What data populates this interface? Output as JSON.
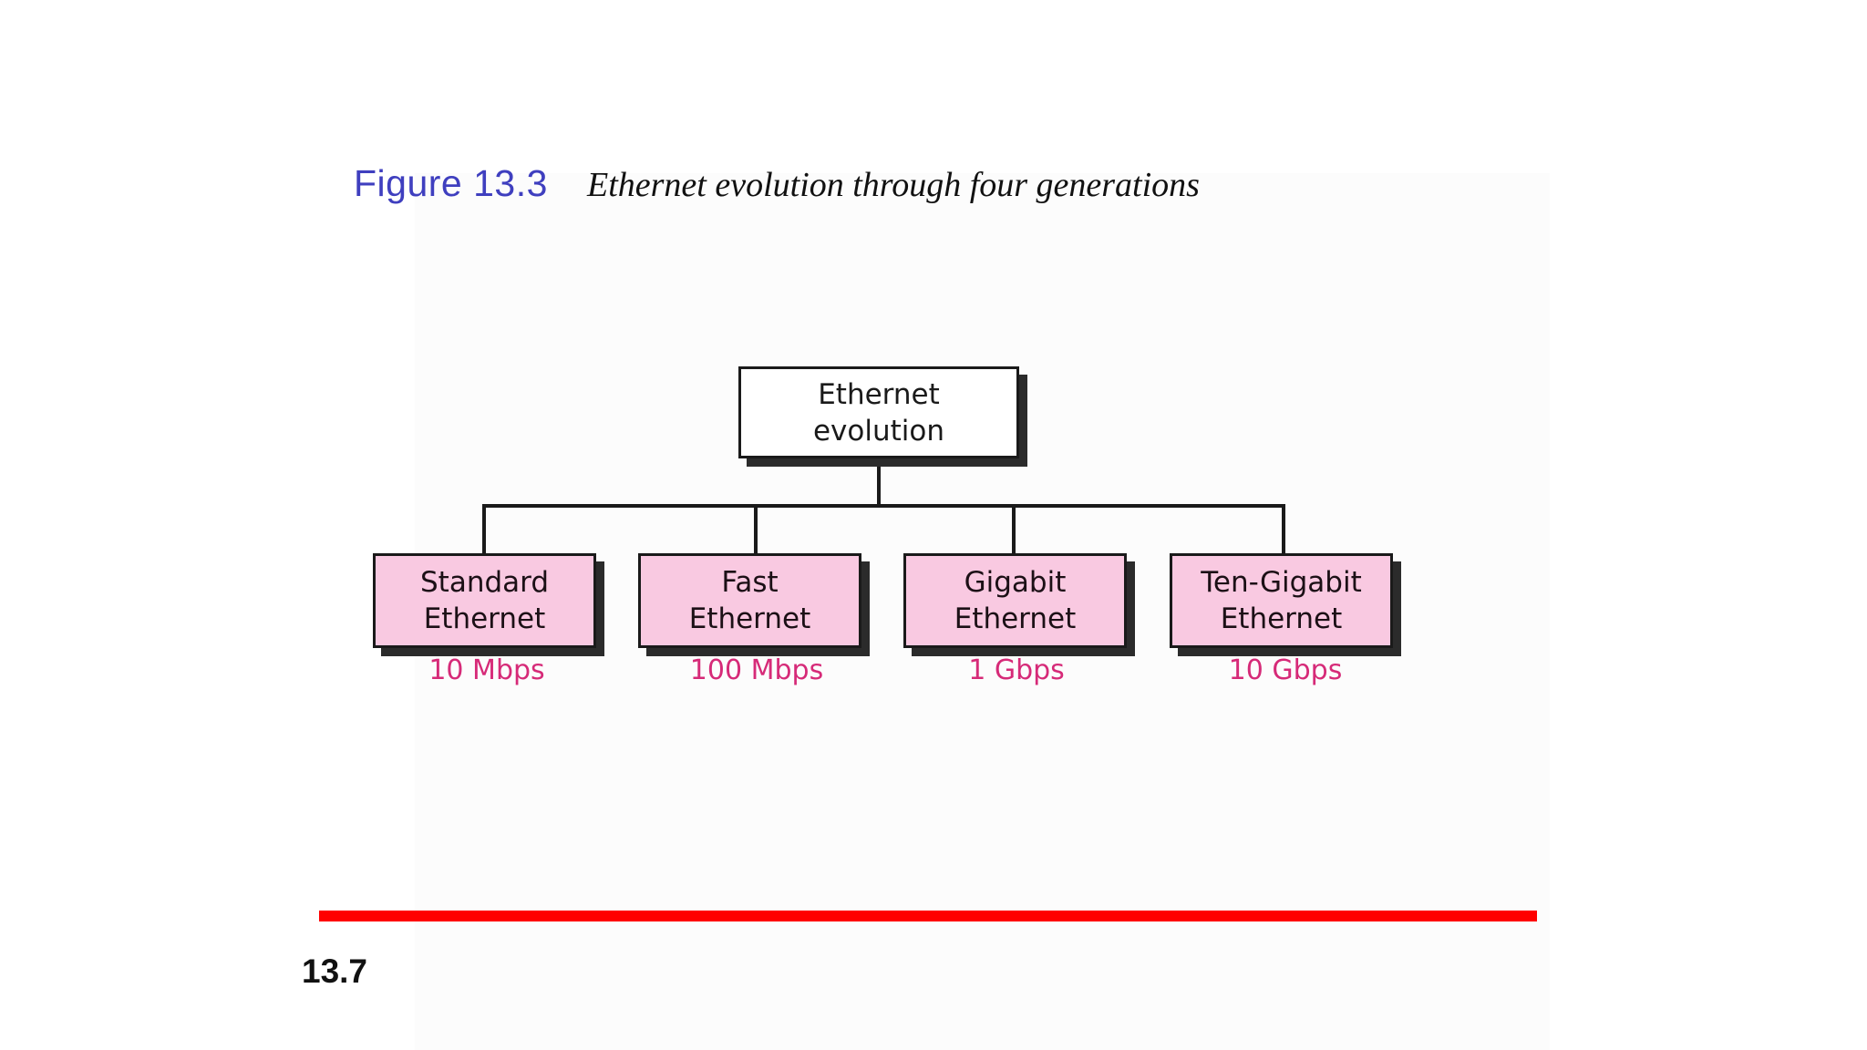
{
  "caption": {
    "figure_number": "Figure 13.3",
    "title": "Ethernet evolution through four generations"
  },
  "diagram": {
    "root": {
      "line1": "Ethernet",
      "line2": "evolution"
    },
    "children": [
      {
        "line1": "Standard",
        "line2": "Ethernet",
        "speed": "10 Mbps"
      },
      {
        "line1": "Fast",
        "line2": "Ethernet",
        "speed": "100 Mbps"
      },
      {
        "line1": "Gigabit",
        "line2": "Ethernet",
        "speed": "1 Gbps"
      },
      {
        "line1": "Ten-Gigabit",
        "line2": "Ethernet",
        "speed": "10 Gbps"
      }
    ]
  },
  "colors": {
    "figure_number": "#3f3fbf",
    "child_box_fill": "#f9c9e1",
    "speed_label": "#d62a78",
    "divider_bar": "#ff0000"
  },
  "footer": {
    "page_number": "13.7"
  }
}
